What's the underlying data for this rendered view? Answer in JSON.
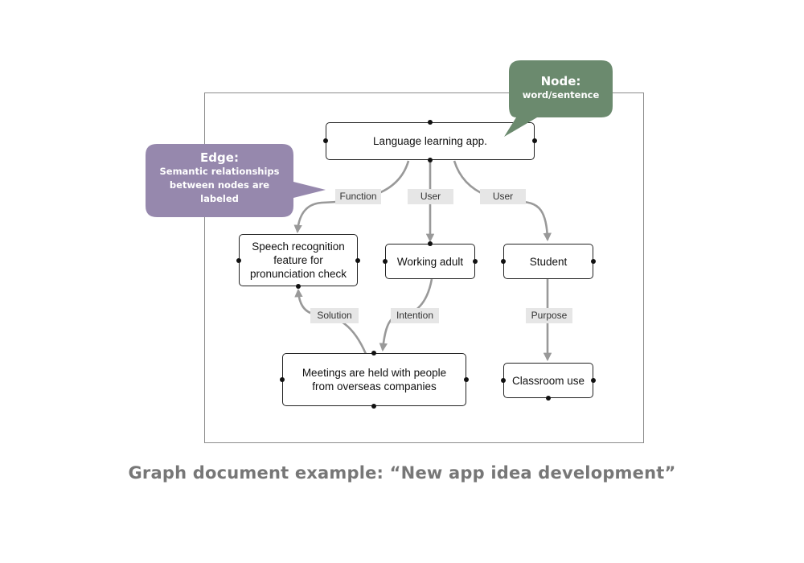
{
  "nodes": {
    "language_app": "Language learning app.",
    "speech": "Speech recognition\nfeature for\npronunciation check",
    "working_adult": "Working adult",
    "student": "Student",
    "meetings": "Meetings are held with people\nfrom overseas companies",
    "classroom": "Classroom use"
  },
  "edges": {
    "function": "Function",
    "user_1": "User",
    "user_2": "User",
    "solution": "Solution",
    "intention": "Intention",
    "purpose": "Purpose"
  },
  "callouts": {
    "node": {
      "title": "Node:",
      "subtitle": "word/sentence",
      "color": "#6b8a6e"
    },
    "edge": {
      "title": "Edge:",
      "subtitle": "Semantic relationships\nbetween nodes are\nlabeled",
      "color": "#9688ad"
    }
  },
  "caption": "Graph document example: “New app idea development”",
  "colors": {
    "edge": "#999999",
    "node_border": "#222222",
    "label_bg": "#e6e6e6"
  }
}
